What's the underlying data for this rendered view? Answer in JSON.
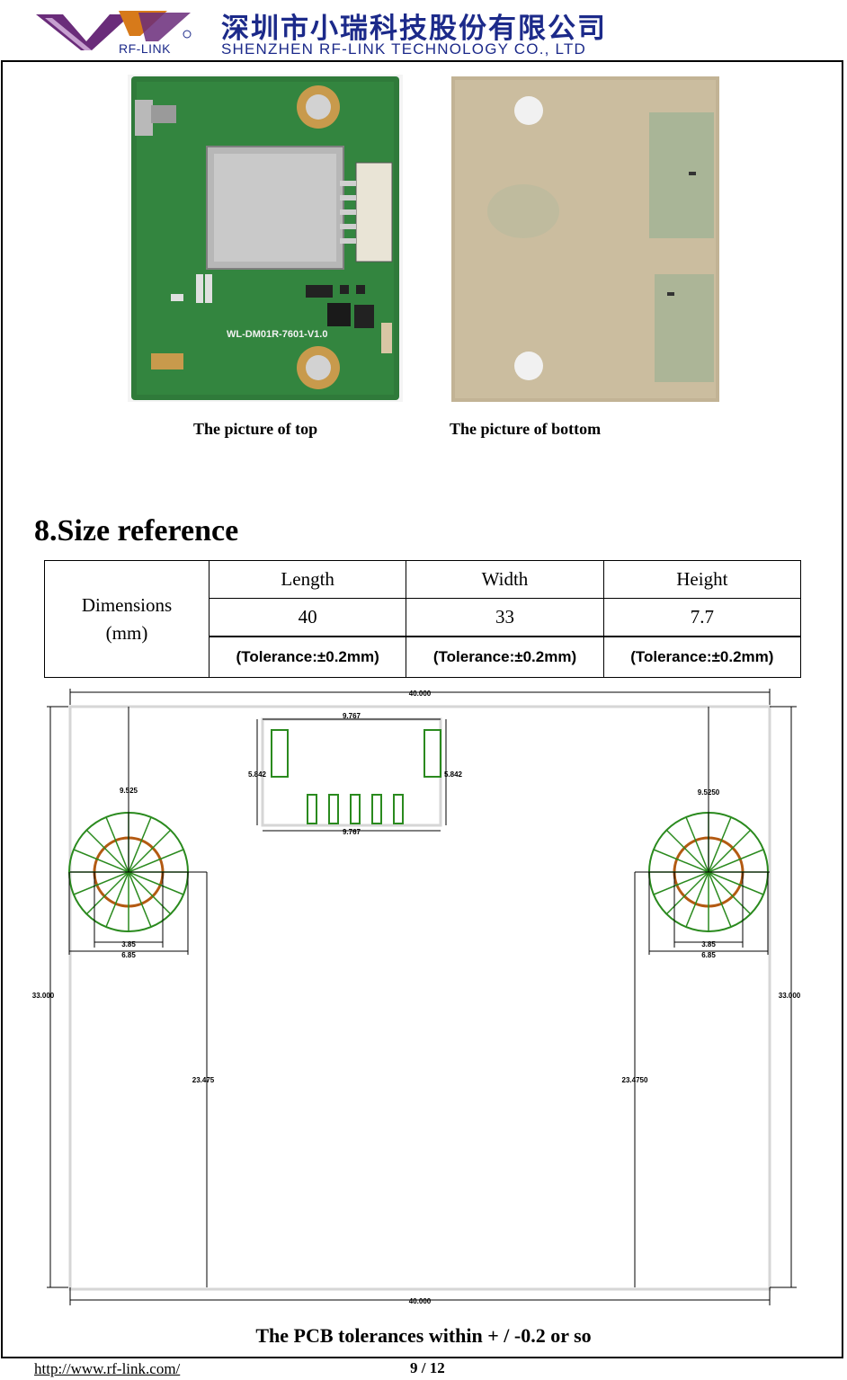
{
  "header": {
    "logo_text": "RF-LINK",
    "company_cn": "深圳市小瑞科技股份有限公司",
    "company_en": "SHENZHEN RF-LINK TECHNOLOGY CO., LTD"
  },
  "photos": {
    "top_board_marking": "WL-DM01R-7601-V1.0",
    "top_caption": "The picture of top",
    "bottom_caption": "The picture of bottom"
  },
  "section": {
    "title": "8.Size reference"
  },
  "dimensions_table": {
    "row_label_line1": "Dimensions",
    "row_label_line2": "(mm)",
    "headers": [
      "Length",
      "Width",
      "Height"
    ],
    "values": [
      "40",
      "33",
      "7.7"
    ],
    "tolerances": [
      "(Tolerance:±0.2mm)",
      "(Tolerance:±0.2mm)",
      "(Tolerance:±0.2mm)"
    ]
  },
  "drawing": {
    "overall_length_top": "40.000",
    "overall_length_bottom": "40.000",
    "overall_width_left": "33.000",
    "overall_width_right": "33.000",
    "connector_width_top": "9.767",
    "connector_width_bottom": "9.767",
    "connector_height_left": "5.842",
    "connector_height_right": "5.842",
    "hole_offset_left": "9.525",
    "hole_offset_right": "9.5250",
    "hole_inner_left": "3.85",
    "hole_outer_left": "6.85",
    "hole_inner_right": "3.85",
    "hole_outer_right": "6.85",
    "hole_vertical_left": "23.475",
    "hole_vertical_right": "23.4750",
    "colors": {
      "pad": "#2a8a1e",
      "copper": "#b35a12",
      "dim_line": "#000000"
    }
  },
  "note": "The PCB tolerances within + / -0.2 or so",
  "footer": {
    "url": "http://www.rf-link.com/",
    "page": "9 / 12"
  }
}
